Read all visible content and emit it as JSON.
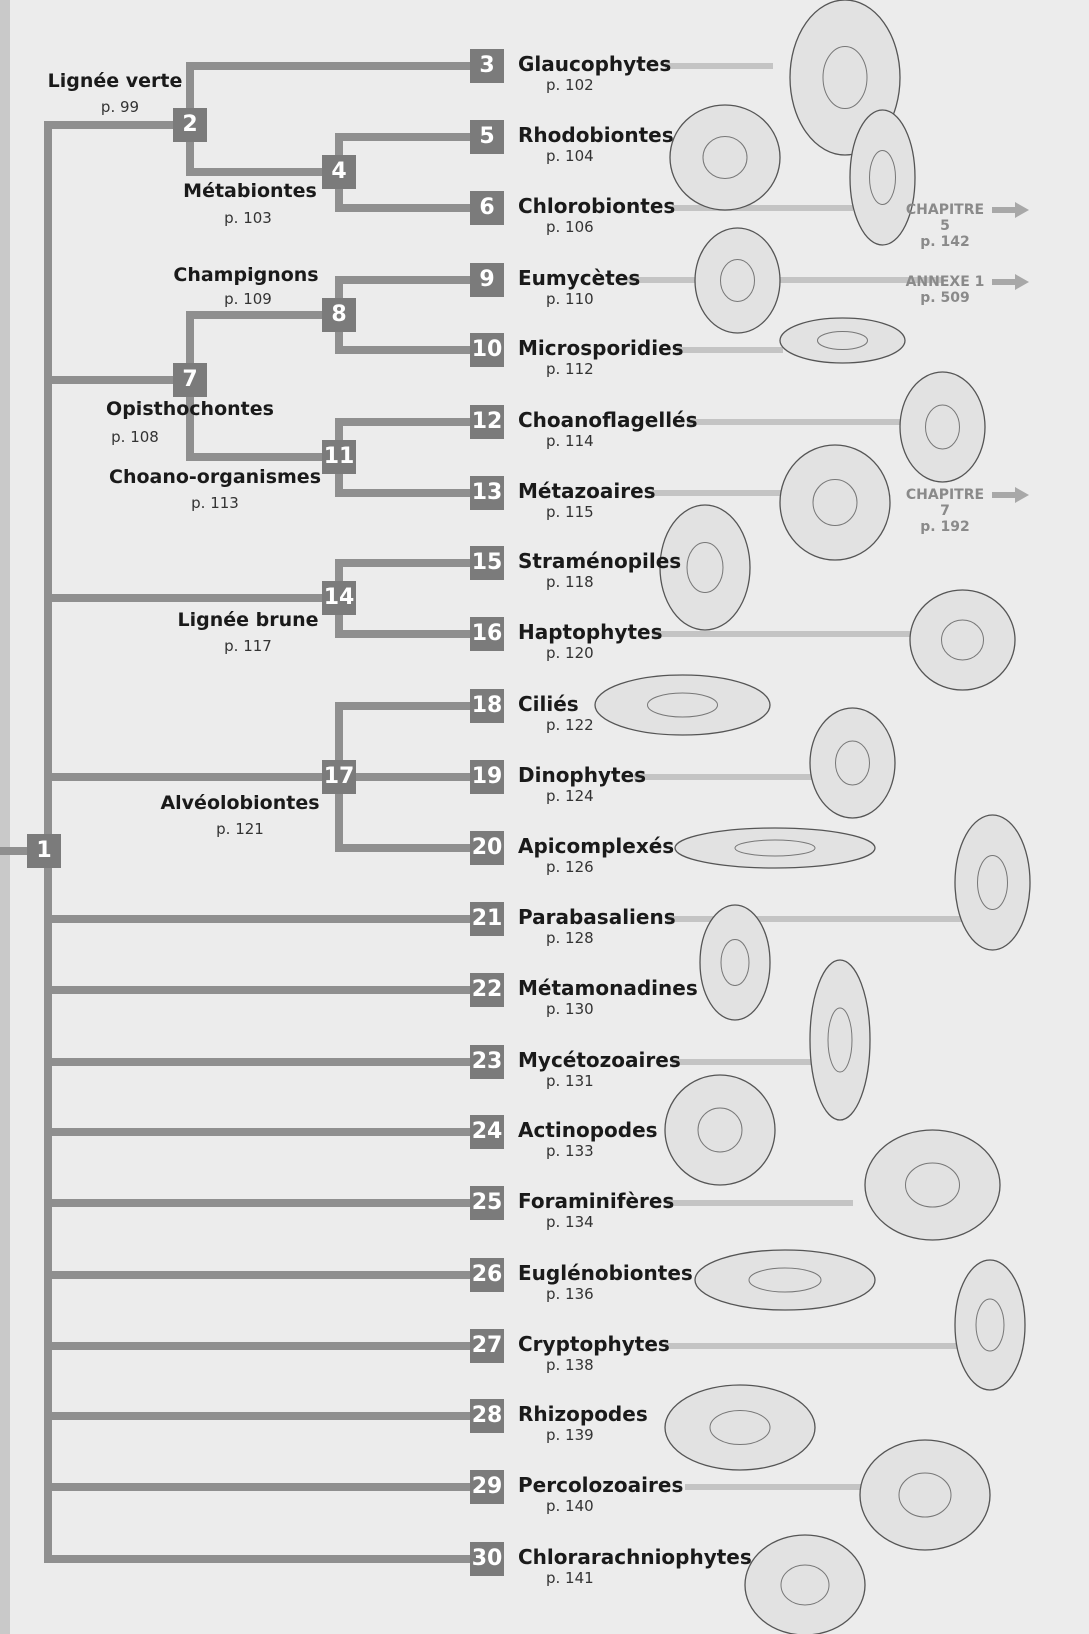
{
  "root": {
    "number": "1"
  },
  "internal_nodes": [
    {
      "id": "2",
      "name": "Lignée verte",
      "page": "p. 99"
    },
    {
      "id": "4",
      "name": "Métabiontes",
      "page": "p. 103"
    },
    {
      "id": "7",
      "name": "Opisthochontes",
      "page": "p. 108"
    },
    {
      "id": "8",
      "name": "Champignons",
      "page": "p. 109"
    },
    {
      "id": "11",
      "name": "Choano-organismes",
      "page": "p. 113"
    },
    {
      "id": "14",
      "name": "Lignée brune",
      "page": "p. 117"
    },
    {
      "id": "17",
      "name": "Alvéolobiontes",
      "page": "p. 121"
    }
  ],
  "leaves": [
    {
      "id": "3",
      "name": "Glaucophytes",
      "page": "p. 102",
      "illustration": "glaucophyte-cell-drawing"
    },
    {
      "id": "5",
      "name": "Rhodobiontes",
      "page": "p. 104",
      "illustration": "red-alga-drawing"
    },
    {
      "id": "6",
      "name": "Chlorobiontes",
      "page": "p. 106",
      "illustration": "conifer-tree-drawing"
    },
    {
      "id": "9",
      "name": "Eumycètes",
      "page": "p. 110",
      "illustration": "mushroom-drawing"
    },
    {
      "id": "10",
      "name": "Microsporidies",
      "page": "p. 112",
      "illustration": "microsporidian-spore-drawing"
    },
    {
      "id": "12",
      "name": "Choanoflagellés",
      "page": "p. 114",
      "illustration": "choanoflagellate-drawing"
    },
    {
      "id": "13",
      "name": "Métazoaires",
      "page": "p. 115",
      "illustration": "sponge-drawing"
    },
    {
      "id": "15",
      "name": "Straménopiles",
      "page": "p. 118",
      "illustration": "brown-alga-drawing"
    },
    {
      "id": "16",
      "name": "Haptophytes",
      "page": "p. 120",
      "illustration": "coccolithophore-drawing"
    },
    {
      "id": "18",
      "name": "Ciliés",
      "page": "p. 122",
      "illustration": "paramecium-drawing"
    },
    {
      "id": "19",
      "name": "Dinophytes",
      "page": "p. 124",
      "illustration": "dinoflagellate-drawing"
    },
    {
      "id": "20",
      "name": "Apicomplexés",
      "page": "p. 126",
      "illustration": "apicomplexan-drawing"
    },
    {
      "id": "21",
      "name": "Parabasaliens",
      "page": "p. 128",
      "illustration": "trichomonas-drawing"
    },
    {
      "id": "22",
      "name": "Métamonadines",
      "page": "p. 130",
      "illustration": "giardia-drawing"
    },
    {
      "id": "23",
      "name": "Mycétozoaires",
      "page": "p. 131",
      "illustration": "slime-mold-sporangium-drawing"
    },
    {
      "id": "24",
      "name": "Actinopodes",
      "page": "p. 133",
      "illustration": "heliozoan-drawing"
    },
    {
      "id": "25",
      "name": "Foraminifères",
      "page": "p. 134",
      "illustration": "foraminifer-drawing"
    },
    {
      "id": "26",
      "name": "Euglénobiontes",
      "page": "p. 136",
      "illustration": "euglena-drawing"
    },
    {
      "id": "27",
      "name": "Cryptophytes",
      "page": "p. 138",
      "illustration": "cryptomonad-drawing"
    },
    {
      "id": "28",
      "name": "Rhizopodes",
      "page": "p. 139",
      "illustration": "amoeba-drawing"
    },
    {
      "id": "29",
      "name": "Percolozoaires",
      "page": "p. 140",
      "illustration": "naegleria-drawing"
    },
    {
      "id": "30",
      "name": "Chlorarachniophytes",
      "page": "p. 141",
      "illustration": "chlorarachniophyte-drawing"
    }
  ],
  "cross_refs": [
    {
      "label": "CHAPITRE 5",
      "page": "p. 142",
      "for": "6"
    },
    {
      "label": "ANNEXE 1",
      "page": "p. 509",
      "for": "9"
    },
    {
      "label": "CHAPITRE 7",
      "page": "p. 192",
      "for": "13"
    }
  ],
  "colors": {
    "branch": "#8f8f8f",
    "node_box": "#7b7b7b",
    "pointer_line": "#c4c4c4",
    "xref_text": "#8a8a8a",
    "background": "#ececec"
  }
}
